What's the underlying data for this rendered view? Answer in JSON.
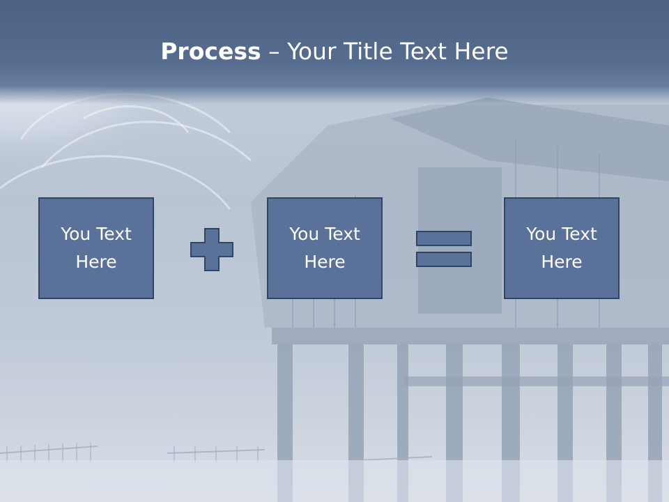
{
  "title": {
    "bold": "Process",
    "rest": " – Your Title Text Here"
  },
  "boxes": [
    {
      "text": "You Text Here"
    },
    {
      "text": "You Text Here"
    },
    {
      "text": "You Text Here"
    }
  ],
  "colors": {
    "header": "#566d8f",
    "box_fill": "#5a7299",
    "box_border": "#304563",
    "text": "#ffffff"
  },
  "icons": {
    "operator_1": "plus-icon",
    "operator_2": "equals-icon"
  }
}
